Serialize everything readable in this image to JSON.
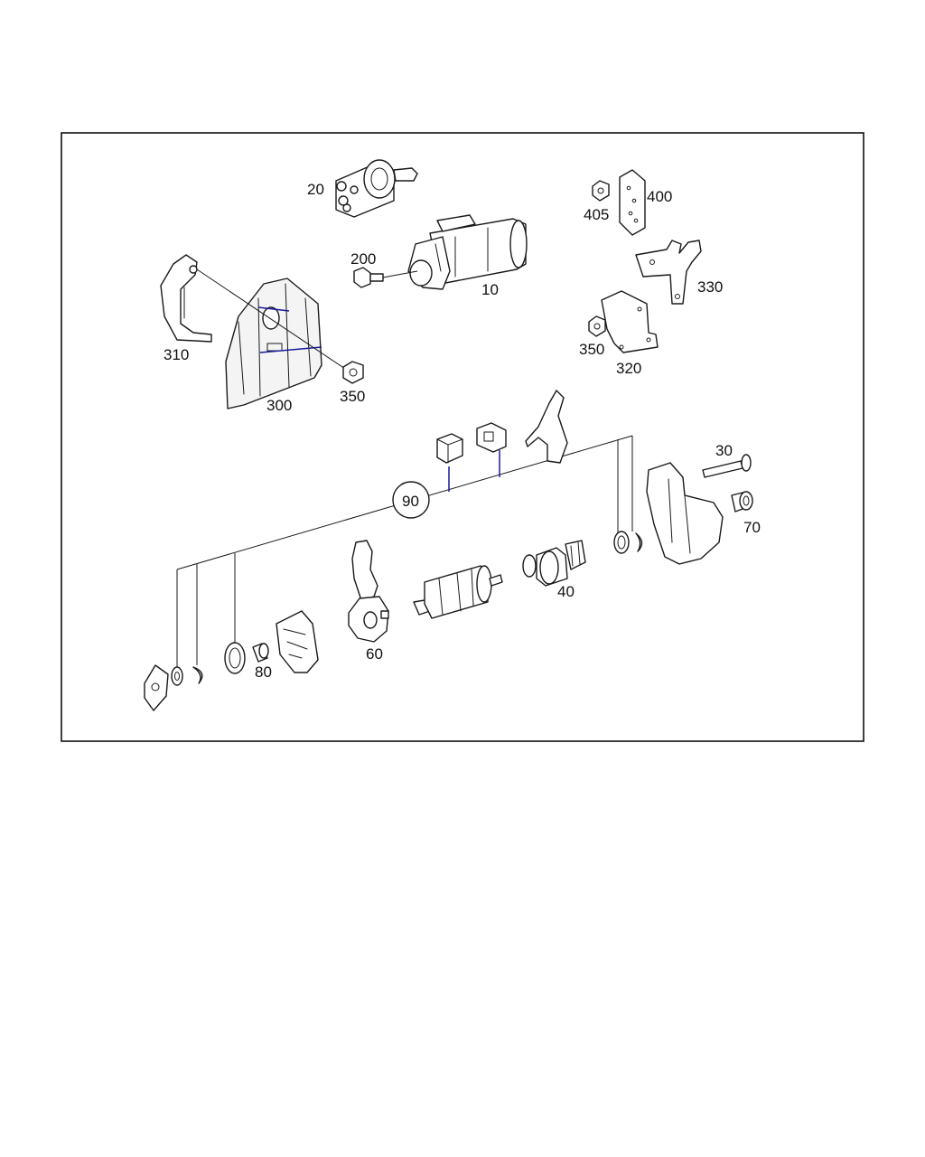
{
  "diagram": {
    "style": {
      "leader_color": "#1b1b9a",
      "line_color": "#1a1a1a",
      "background": "#ffffff"
    },
    "callouts": {
      "c20": "20",
      "c200": "200",
      "c10": "10",
      "c405": "405",
      "c400": "400",
      "c330": "330",
      "c310": "310",
      "c350a": "350",
      "c300": "300",
      "c350b": "350",
      "c320": "320",
      "c90": "90",
      "c30": "30",
      "c70": "70",
      "c40": "40",
      "c60": "60",
      "c80": "80"
    }
  }
}
